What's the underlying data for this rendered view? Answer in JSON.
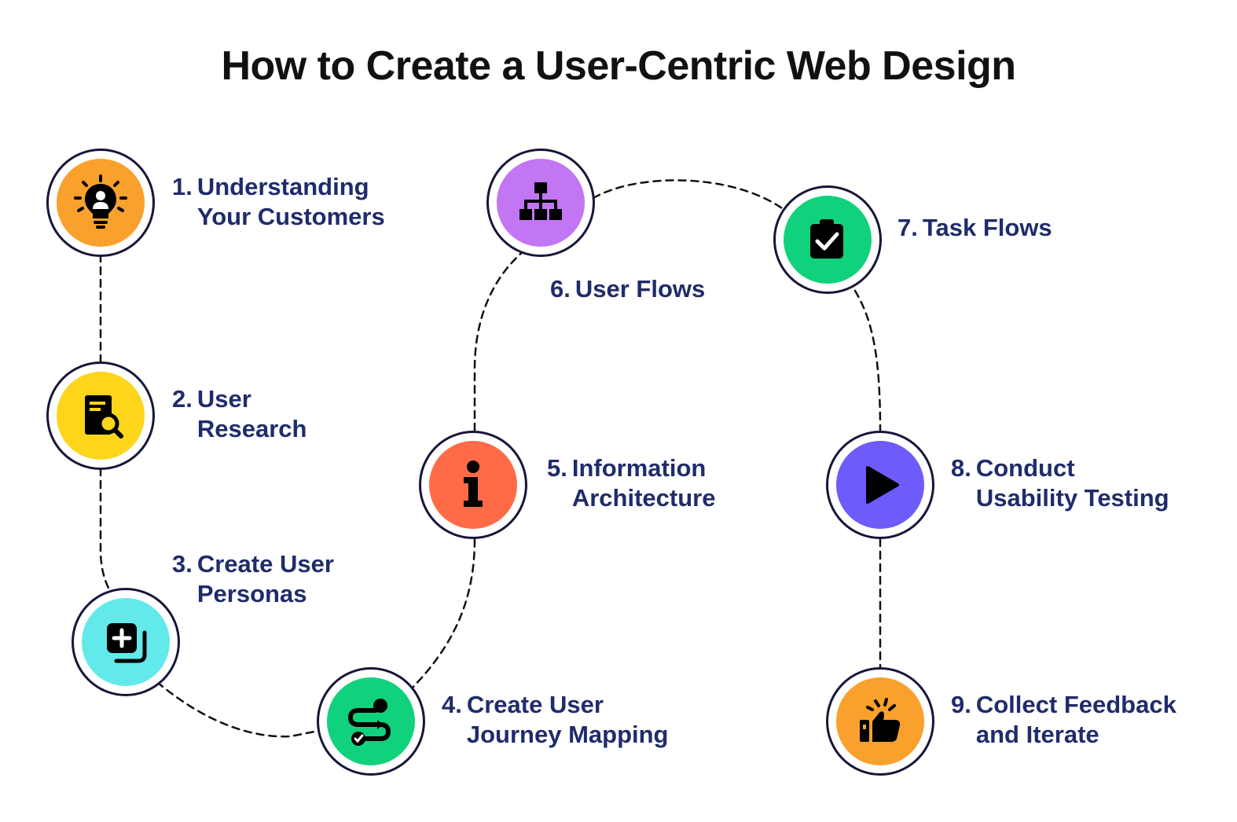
{
  "title": "How to Create a User-Centric Web Design",
  "steps": [
    {
      "number": "1.",
      "text": "Understanding\nYour Customers",
      "icon": "lightbulb-person-icon",
      "color": "#F9A12C"
    },
    {
      "number": "2.",
      "text": "User\nResearch",
      "icon": "document-search-icon",
      "color": "#FDD51B"
    },
    {
      "number": "3.",
      "text": "Create User\nPersonas",
      "icon": "add-copy-icon",
      "color": "#62E9E9"
    },
    {
      "number": "4.",
      "text": "Create User\nJourney Mapping",
      "icon": "journey-route-icon",
      "color": "#10D27C"
    },
    {
      "number": "5.",
      "text": "Information\nArchitecture",
      "icon": "info-icon",
      "color": "#FF6B47"
    },
    {
      "number": "6.",
      "text": "User Flows",
      "icon": "sitemap-icon",
      "color": "#C276F3"
    },
    {
      "number": "7.",
      "text": "Task Flows",
      "icon": "clipboard-check-icon",
      "color": "#10D27C"
    },
    {
      "number": "8.",
      "text": "Conduct\nUsability Testing",
      "icon": "play-icon",
      "color": "#6D5BFA"
    },
    {
      "number": "9.",
      "text": "Collect Feedback\nand Iterate",
      "icon": "thumbs-up-icon",
      "color": "#F9A12C"
    }
  ]
}
